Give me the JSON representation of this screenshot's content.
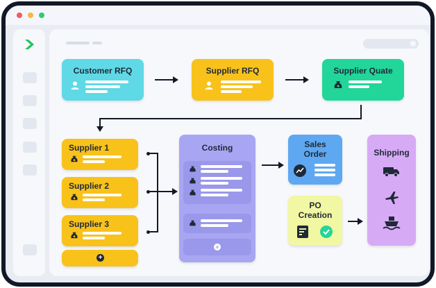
{
  "colors": {
    "cyan": "#5fd9e6",
    "amber": "#f8c21b",
    "green": "#22d69a",
    "lavender": "#a8a6f2",
    "blue": "#5ea8f2",
    "lime": "#f1f7a2",
    "violet": "#d7aaf6"
  },
  "flow": {
    "customer_rfq": "Customer RFQ",
    "supplier_rfq": "Supplier RFQ",
    "supplier_quote": "Supplier Quate",
    "supplier_1": "Supplier 1",
    "supplier_2": "Supplier 2",
    "supplier_3": "Supplier 3",
    "costing": "Costing",
    "sales_order_line1": "Sales",
    "sales_order_line2": "Order",
    "po_creation_line1": "PO",
    "po_creation_line2": "Creation",
    "shipping": "Shipping"
  },
  "icons": {
    "user": "user-icon",
    "money_bag": "money-bag-icon",
    "add": "add-icon",
    "trend": "trend-chart-icon",
    "document": "document-icon",
    "check": "check-circle-icon",
    "truck": "truck-icon",
    "plane": "airplane-icon",
    "ship": "ship-icon"
  }
}
